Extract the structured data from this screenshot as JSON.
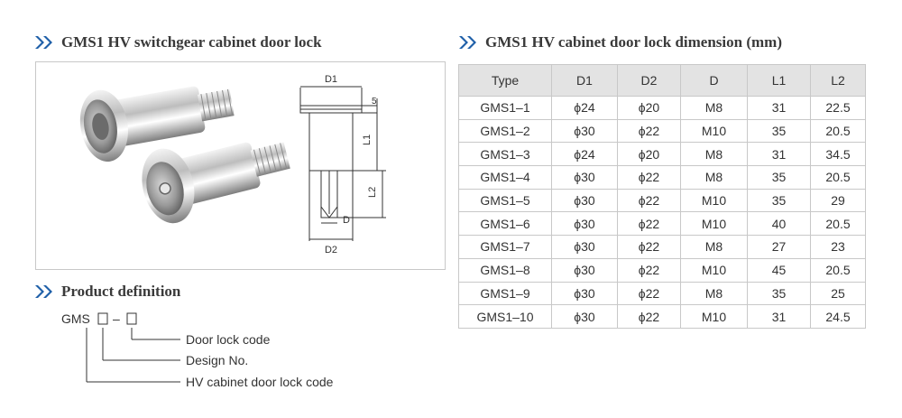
{
  "left_title": "GMS1 HV switchgear cabinet door lock",
  "right_title": "GMS1 HV cabinet door lock dimension (mm)",
  "definition_title": "Product definition",
  "drawing": {
    "d1": "D1",
    "d2": "D2",
    "d": "D",
    "l1": "L1",
    "l2": "L2",
    "five": "5"
  },
  "definition": {
    "prefix": "GMS",
    "separator": "–",
    "labels": [
      "Door lock code",
      "Design No.",
      "HV cabinet door lock code"
    ]
  },
  "table": {
    "headers": [
      "Type",
      "D1",
      "D2",
      "D",
      "L1",
      "L2"
    ],
    "rows": [
      [
        "GMS1–1",
        "ϕ24",
        "ϕ20",
        "M8",
        "31",
        "22.5"
      ],
      [
        "GMS1–2",
        "ϕ30",
        "ϕ22",
        "M10",
        "35",
        "20.5"
      ],
      [
        "GMS1–3",
        "ϕ24",
        "ϕ20",
        "M8",
        "31",
        "34.5"
      ],
      [
        "GMS1–4",
        "ϕ30",
        "ϕ22",
        "M8",
        "35",
        "20.5"
      ],
      [
        "GMS1–5",
        "ϕ30",
        "ϕ22",
        "M10",
        "35",
        "29"
      ],
      [
        "GMS1–6",
        "ϕ30",
        "ϕ22",
        "M10",
        "40",
        "20.5"
      ],
      [
        "GMS1–7",
        "ϕ30",
        "ϕ22",
        "M8",
        "27",
        "23"
      ],
      [
        "GMS1–8",
        "ϕ30",
        "ϕ22",
        "M10",
        "45",
        "20.5"
      ],
      [
        "GMS1–9",
        "ϕ30",
        "ϕ22",
        "M8",
        "35",
        "25"
      ],
      [
        "GMS1–10",
        "ϕ30",
        "ϕ22",
        "M10",
        "31",
        "24.5"
      ]
    ]
  },
  "colors": {
    "accent": "#1e5fa8",
    "header_bg": "#e3e3e3",
    "border": "#c8c8c8"
  },
  "icons": [
    "double-chevron-icon"
  ]
}
